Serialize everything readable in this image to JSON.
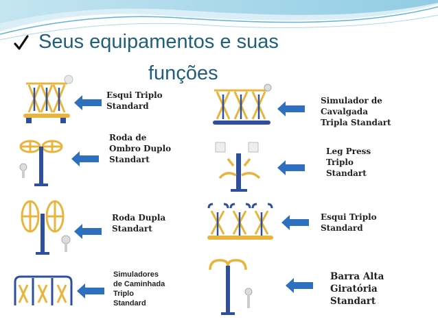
{
  "slide": {
    "title_line1": "Seus equipamentos e suas",
    "title_line2": "funções"
  },
  "left_items": [
    {
      "lines": [
        "Esqui Triplo",
        "Standard"
      ],
      "icon": "ski-triple-machine-icon"
    },
    {
      "lines": [
        "Roda de",
        "Ombro Duplo",
        "Standart"
      ],
      "icon": "shoulder-wheel-icon"
    },
    {
      "lines": [
        "Roda Dupla",
        "Standart"
      ],
      "icon": "double-wheel-icon"
    },
    {
      "lines": [
        "Simuladores",
        "de Caminhada",
        "Triplo",
        "Standard"
      ],
      "icon": "walking-simulator-icon"
    }
  ],
  "right_items": [
    {
      "lines": [
        "Simulador de",
        "Cavalgada",
        "Tripla Standart"
      ],
      "icon": "riding-simulator-icon"
    },
    {
      "lines": [
        "Leg Press",
        "Triplo",
        "Standart"
      ],
      "icon": "leg-press-icon"
    },
    {
      "lines": [
        "Esqui Triplo",
        "Standard"
      ],
      "icon": "ski-triple-machine-icon"
    },
    {
      "lines": [
        "Barra Alta",
        "Giratória",
        "Standart"
      ],
      "icon": "high-bar-icon"
    }
  ],
  "colors": {
    "title": "#1f5f7a",
    "arrow": "#2e6fbf",
    "frame_yellow": "#e9b43c",
    "frame_blue": "#2d4f9e"
  }
}
